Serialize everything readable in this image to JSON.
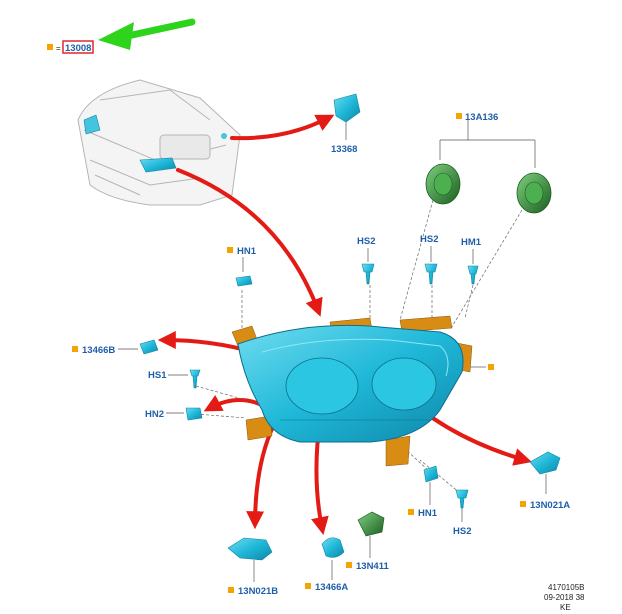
{
  "colors": {
    "label_blue": "#1f5fa8",
    "marker_orange": "#f5a300",
    "arrow_red": "#e31b14",
    "pointer_green": "#2ed41c",
    "part_cyan": "#1fb8d8",
    "bracket_orange": "#d98c14",
    "bulb_green": "#2e7d32",
    "highlight_box": "#e0262e"
  },
  "legend": {
    "equals": "=",
    "part_number": "13008"
  },
  "labels": {
    "p13368": "13368",
    "p13A136": "13A136",
    "hn1_top": "HN1",
    "hs2_a": "HS2",
    "hs2_b": "HS2",
    "hm1": "HM1",
    "p13466B": "13466B",
    "hs1": "HS1",
    "hn2": "HN2",
    "hn1_bottom": "HN1",
    "hs2_bottom": "HS2",
    "p13N021A": "13N021A",
    "p13N021B": "13N021B",
    "p13466A": "13466A",
    "p13N411": "13N411"
  },
  "reference": {
    "code": "4170105B",
    "date": "09-2018 38",
    "region": "KE"
  },
  "icons": [
    "marker-square-icon",
    "green-pointer-arrow-icon",
    "red-callout-arrow-icon",
    "headlamp-assembly-icon",
    "bulb-socket-icon",
    "vehicle-front-icon"
  ]
}
